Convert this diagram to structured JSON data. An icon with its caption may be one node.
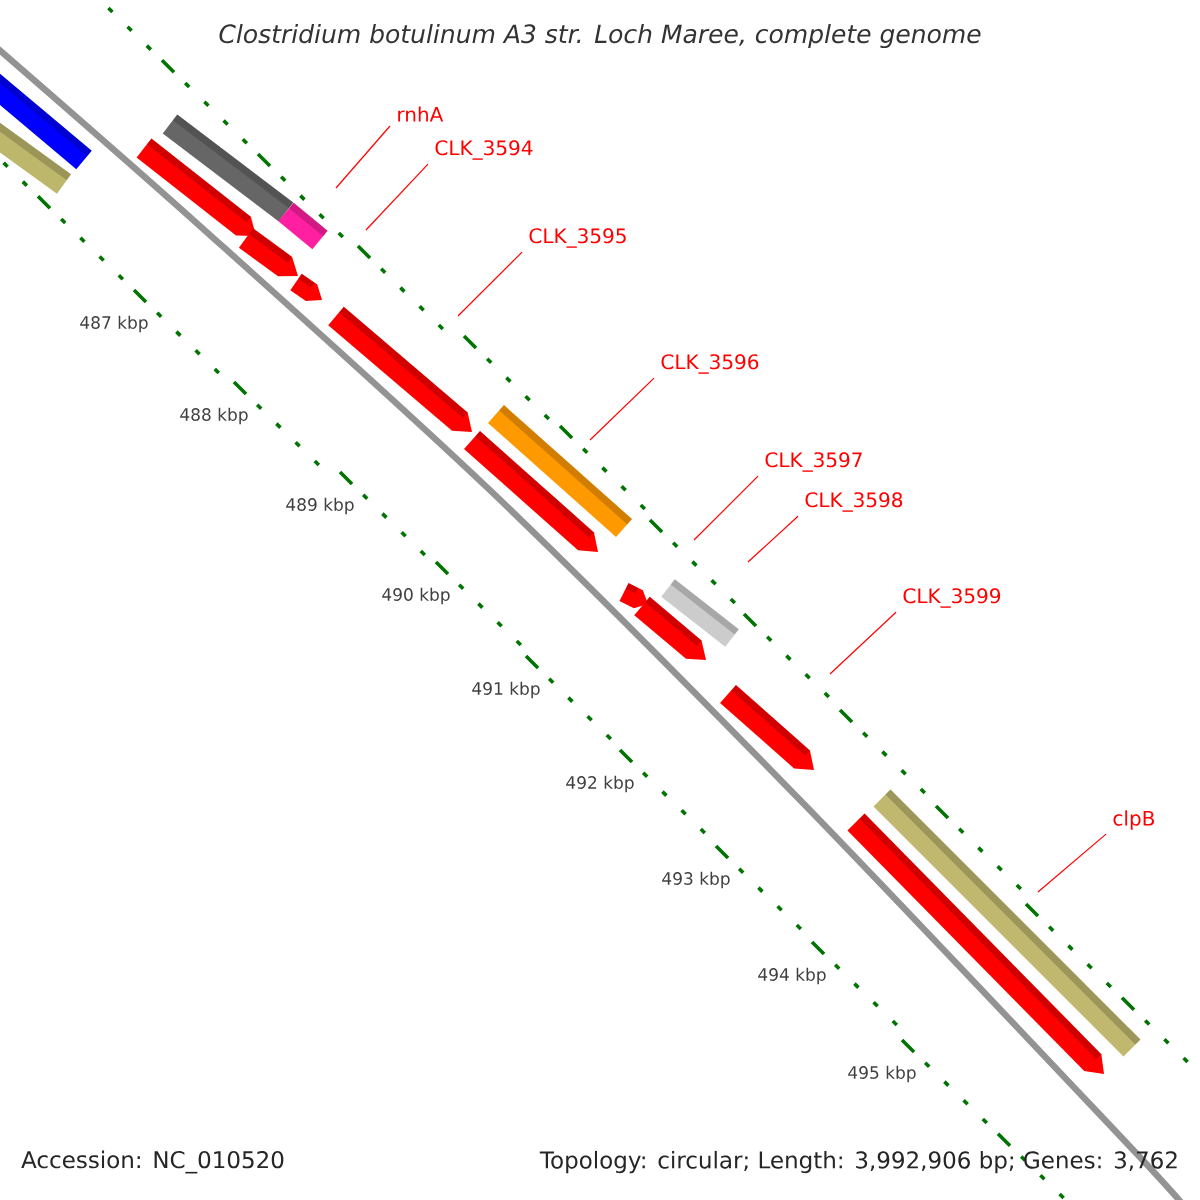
{
  "diagram": {
    "title": "Clostridium botulinum A3 str. Loch Maree, complete genome",
    "nodes": [
      {
        "text": [
          "rnhA"
        ]
      },
      {
        "text": [
          "CLK_3594"
        ]
      },
      {
        "text": [
          "CLK_3595"
        ]
      },
      {
        "text": [
          "CLK_3596"
        ]
      },
      {
        "text": [
          "CLK_3597"
        ]
      },
      {
        "text": [
          "CLK_3598"
        ]
      },
      {
        "text": [
          "CLK_3599"
        ]
      },
      {
        "text": [
          "clpB"
        ]
      }
    ],
    "edges": [
      {
        "from": 0,
        "to": null,
        "arrow": "none"
      },
      {
        "from": 1,
        "to": null,
        "arrow": "none"
      },
      {
        "from": 2,
        "to": null,
        "arrow": "none"
      },
      {
        "from": 3,
        "to": null,
        "arrow": "none"
      },
      {
        "from": 4,
        "to": null,
        "arrow": "none"
      },
      {
        "from": 5,
        "to": null,
        "arrow": "none"
      },
      {
        "from": 6,
        "to": null,
        "arrow": "none"
      },
      {
        "from": 7,
        "to": null,
        "arrow": "none"
      }
    ],
    "labels": [
      "487 kbp",
      "488 kbp",
      "489 kbp",
      "490 kbp",
      "491 kbp",
      "492 kbp",
      "493 kbp",
      "494 kbp",
      "495 kbp",
      "Accession: NC_010520",
      "Topology: circular; Length: 3,992,906 bp; Genes: 3,762"
    ]
  }
}
